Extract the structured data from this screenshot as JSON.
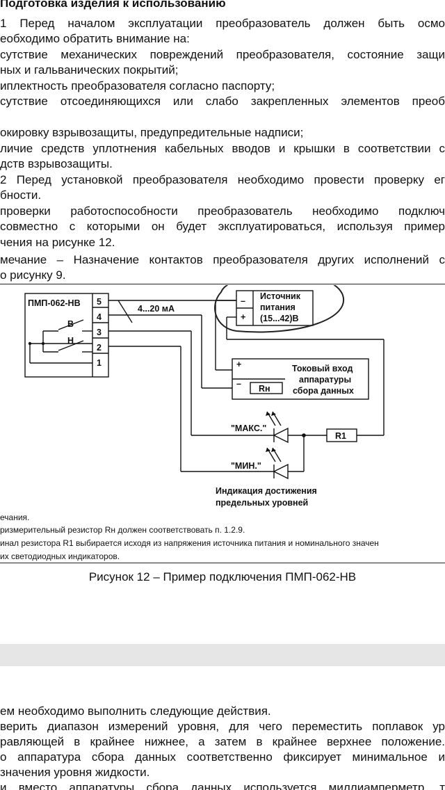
{
  "header": {
    "title": "Подготовка изделия к использованию"
  },
  "paragraphs": [
    "1 Перед началом эксплуатации преобразователь должен быть осмо",
    "еобходимо обратить внимание на:",
    "сутствие механических повреждений преобразователя, состояние защи",
    "ных и гальванических покрытий;",
    "иплектность преобразователя согласно паспорту;",
    "сутствие отсоединяющихся или слабо закрепленных элементов преоб",
    "",
    "окировку взрывозащиты, предупредительные надписи;",
    "личие средств уплотнения кабельных вводов и крышки в соответствии с",
    "дств взрывозащиты.",
    "2 Перед установкой преобразователя необходимо провести проверку ег",
    "бности.",
    "проверки работоспособности преобразователь необходимо подключ",
    "совместно с которыми он будет эксплуатироваться, используя пример",
    "чения на рисунке 12.",
    "мечание – Назначение контактов преобразователя других исполнений с",
    "о рисунку 9."
  ],
  "diagram": {
    "device_label": "ПМП-062-НВ",
    "terminals": [
      "5",
      "4",
      "3",
      "2",
      "1"
    ],
    "switch_upper_label": "В",
    "switch_lower_label": "Н",
    "current_label": "4...20 мА",
    "power_source": {
      "minus": "–",
      "plus": "+",
      "line1": "Источник",
      "line2": "питания",
      "line3": "(15...42)В"
    },
    "current_input": {
      "plus": "+",
      "minus": "–",
      "line1": "Токовый вход",
      "line2": "аппаратуры",
      "line3": "сбора данных"
    },
    "resistor_rn": "Rн",
    "resistor_r1": "R1",
    "led_max": "\"МАКС.\"",
    "led_min": "\"МИН.\"",
    "indication_line1": "Индикация достижения",
    "indication_line2": "предельных уровней"
  },
  "notes": [
    "ечания.",
    "ризмерительный резистор Rн  должен   соответствовать п. 1.2.9.",
    "инал резистора R1 выбирается исходя из напряжения источника питания и  номинального значен",
    "их светодиодных индикаторов."
  ],
  "figure_caption": "Рисунок 12 – Пример подключения ПМП-062-НВ",
  "bottom_paragraphs": [
    "ем необходимо выполнить следующие действия.",
    "верить диапазон измерений уровня, для чего переместить поплавок ур",
    "равляющей в крайнее нижнее, а затем в крайнее верхнее положение.",
    "о аппаратура сбора данных соответственно фиксирует минимальное и",
    " значения уровня жидкости.",
    "и вместо аппаратуры сбора данных используется миллиамперметр, т"
  ]
}
